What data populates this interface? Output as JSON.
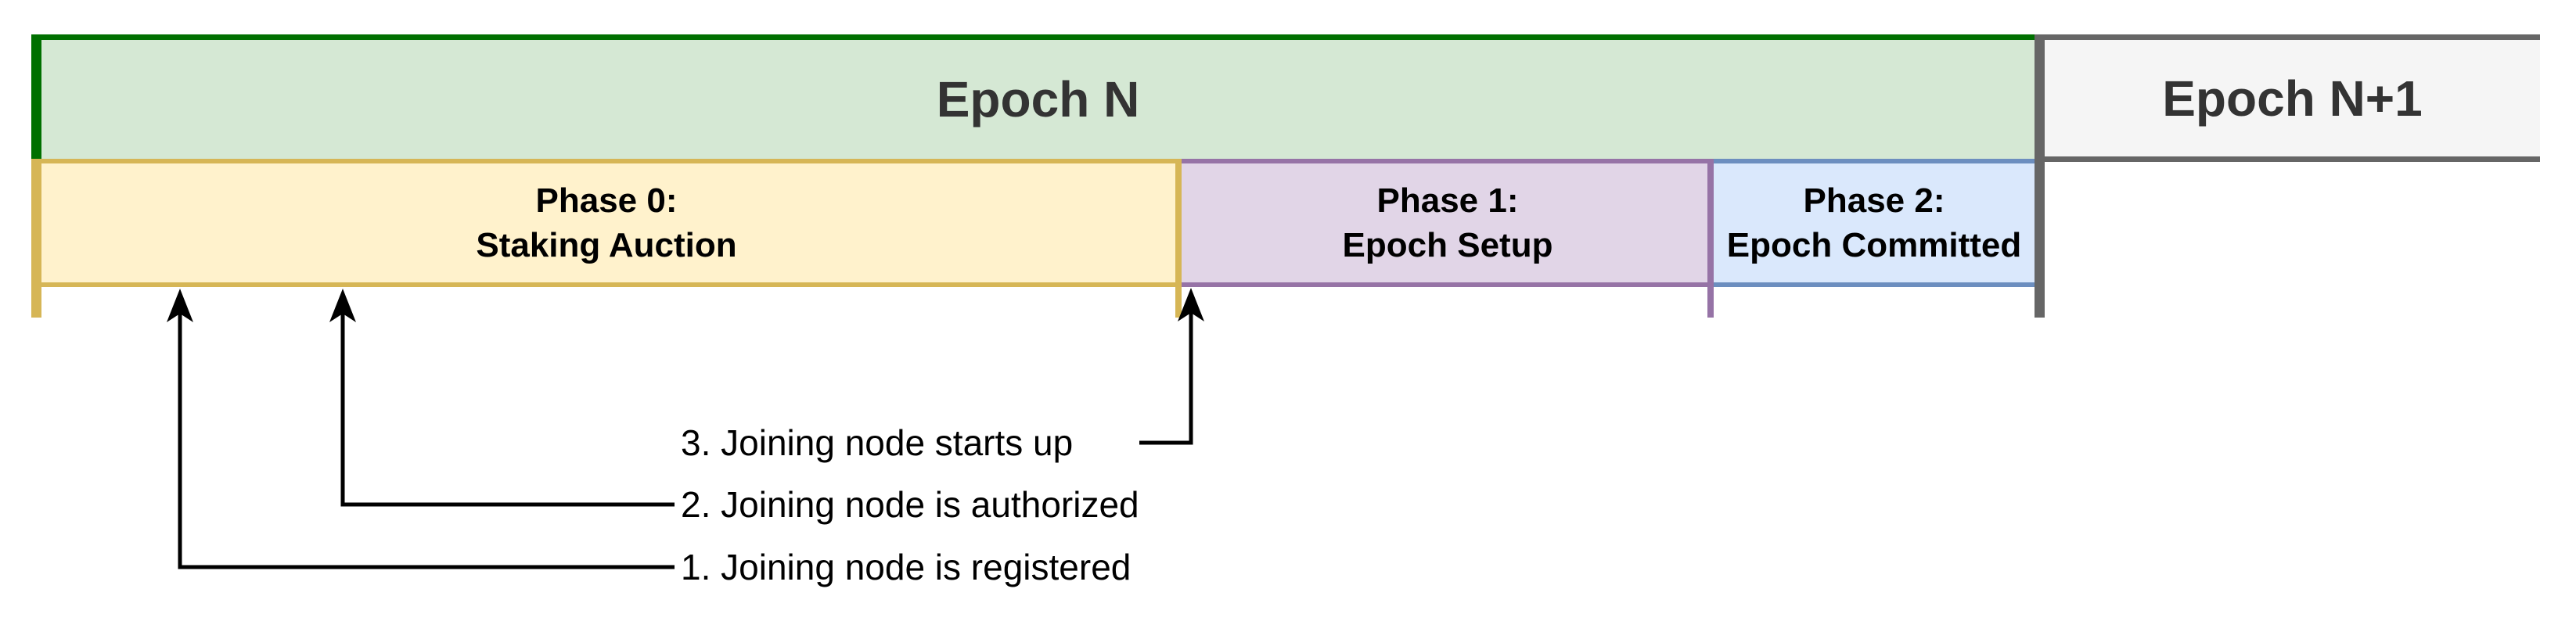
{
  "diagram": {
    "epochs": [
      {
        "id": "epoch-n",
        "label": "Epoch N"
      },
      {
        "id": "epoch-n-plus-1",
        "label": "Epoch N+1"
      }
    ],
    "phases": [
      {
        "id": "phase-0",
        "line1": "Phase 0:",
        "line2": "Staking Auction"
      },
      {
        "id": "phase-1",
        "line1": "Phase 1:",
        "line2": "Epoch Setup"
      },
      {
        "id": "phase-2",
        "line1": "Phase 2:",
        "line2": "Epoch Committed"
      }
    ],
    "annotations": [
      {
        "id": "note-1",
        "label": "1. Joining node is registered"
      },
      {
        "id": "note-2",
        "label": "2. Joining node is authorized"
      },
      {
        "id": "note-3",
        "label": "3. Joining node starts up"
      }
    ],
    "colors": {
      "epoch_n_fill": "#d5e8d4",
      "epoch_n_border": "#007000",
      "epoch_n1_fill": "#f5f5f5",
      "epoch_n1_border": "#666666",
      "phase0_fill": "#fff2cc",
      "phase0_border": "#d6b656",
      "phase1_fill": "#e1d5e7",
      "phase1_border": "#9673a6",
      "phase2_fill": "#dae8fc",
      "phase2_border": "#6c8ebf",
      "epoch_text": "#333333",
      "phase_text": "#000000",
      "arrow": "#000000"
    }
  }
}
